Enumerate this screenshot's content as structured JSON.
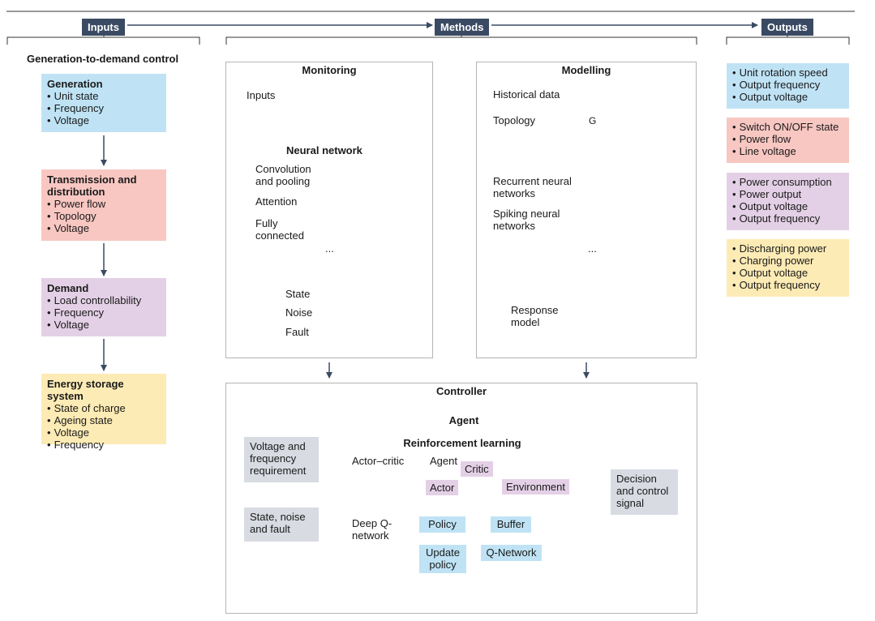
{
  "headers": {
    "inputs": "Inputs",
    "methods": "Methods",
    "outputs": "Outputs"
  },
  "left": {
    "title": "Generation-to-demand control",
    "cards": [
      {
        "title": "Generation",
        "items": [
          "Unit state",
          "Frequency",
          "Voltage"
        ]
      },
      {
        "title": "Transmission and distribution",
        "items": [
          "Power flow",
          "Topology",
          "Voltage"
        ]
      },
      {
        "title": "Demand",
        "items": [
          "Load controllability",
          "Frequency",
          "Voltage"
        ]
      },
      {
        "title": "Energy storage system",
        "items": [
          "State of charge",
          "Ageing state",
          "Voltage",
          "Frequency"
        ]
      }
    ]
  },
  "monitoring": {
    "title": "Monitoring",
    "inputs": "Inputs",
    "nn_title": "Neural network",
    "conv": "Convolution and pooling",
    "attention": "Attention",
    "fc": "Fully connected",
    "ellipsis": "...",
    "state": "State",
    "noise": "Noise",
    "fault": "Fault"
  },
  "modelling": {
    "title": "Modelling",
    "historical": "Historical data",
    "topology": "Topology",
    "topology_g": "G",
    "rnn": "Recurrent neural networks",
    "snn": "Spiking neural networks",
    "ellipsis": "...",
    "response": "Response model"
  },
  "controller": {
    "title": "Controller",
    "input1": "Voltage and frequency requirement",
    "input2": "State, noise and fault",
    "agent_title": "Agent",
    "rl_title": "Reinforcement learning",
    "actor_critic": "Actor–critic",
    "agent_lbl": "Agent",
    "critic": "Critic",
    "actor": "Actor",
    "environment": "Environment",
    "dqn": "Deep Q-network",
    "policy": "Policy",
    "buffer": "Buffer",
    "update": "Update policy",
    "qnet": "Q-Network",
    "output": "Decision and control signal"
  },
  "outputs": {
    "groups": [
      {
        "items": [
          "Unit rotation speed",
          "Output frequency",
          "Output voltage"
        ]
      },
      {
        "items": [
          "Switch ON/OFF state",
          "Power flow",
          "Line voltage"
        ]
      },
      {
        "items": [
          "Power consumption",
          "Power output",
          "Output voltage",
          "Output frequency"
        ]
      },
      {
        "items": [
          "Discharging power",
          "Charging power",
          "Output voltage",
          "Output frequency"
        ]
      }
    ]
  },
  "colors": {
    "blue": "#bfe3f5",
    "red": "#f8c7c2",
    "purple": "#e4d0e6",
    "yellow": "#fdebb5",
    "gray": "#d8dbe2",
    "header": "#3a4a63",
    "arrow": "#3a4a63"
  }
}
